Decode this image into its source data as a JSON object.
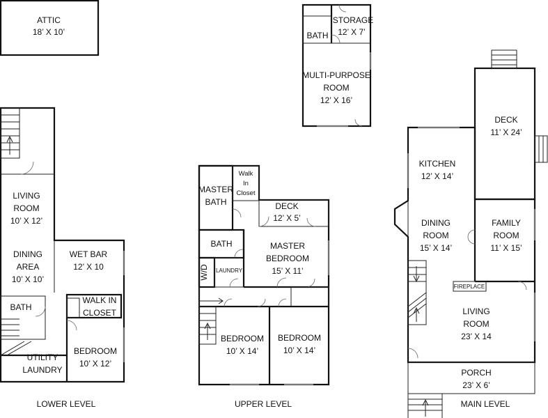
{
  "levels": {
    "lower": "LOWER LEVEL",
    "upper": "UPPER LEVEL",
    "main": "MAIN LEVEL"
  },
  "rooms": {
    "attic": {
      "name": "ATTIC",
      "size": "18’ X 10’"
    },
    "lower_living": {
      "name1": "LIVING",
      "name2": "ROOM",
      "size": "10’ X 12’"
    },
    "lower_dining": {
      "name1": "DINING",
      "name2": "AREA",
      "size": "10’ X 10’"
    },
    "wet_bar": {
      "name": "WET BAR",
      "size": "12’ X 10"
    },
    "lower_bath": {
      "name": "BATH"
    },
    "lower_closet": {
      "name1": "WALK IN",
      "name2": "CLOSET"
    },
    "utility": {
      "name1": "UTILITY",
      "name2": "LAUNDRY"
    },
    "lower_bedroom": {
      "name": "BEDROOM",
      "size": "10’ X 12’"
    },
    "storage": {
      "name": "STORAGE",
      "size": "12’ X 7’"
    },
    "upper_top_bath": {
      "name": "BATH"
    },
    "multi_purpose": {
      "name1": "MULTI-PURPOSE",
      "name2": "ROOM",
      "size": "12’ X 16’"
    },
    "master_bath": {
      "name1": "MASTER",
      "name2": "BATH"
    },
    "upper_closet": {
      "name1": "Walk",
      "name2": "In",
      "name3": "Closet"
    },
    "upper_deck": {
      "name": "DECK",
      "size": "12’ X 5’"
    },
    "upper_bath": {
      "name": "BATH"
    },
    "master_bedroom": {
      "name1": "MASTER",
      "name2": "BEDROOM",
      "size": "15’ X 11’"
    },
    "wd": {
      "name": "W/D"
    },
    "upper_laundry": {
      "name": "LAUNDRY"
    },
    "bedroom_a": {
      "name": "BEDROOM",
      "size": "10’ X 14’"
    },
    "bedroom_b": {
      "name": "BEDROOM",
      "size": "10’ X 14’"
    },
    "kitchen": {
      "name": "KITCHEN",
      "size": "12’ X 14’"
    },
    "main_deck": {
      "name": "DECK",
      "size": "11’ X 24’"
    },
    "main_dining": {
      "name1": "DINING",
      "name2": "ROOM",
      "size": "15’ X 14’"
    },
    "family": {
      "name1": "FAMILY",
      "name2": "ROOM",
      "size": "11’ X 15’"
    },
    "fireplace": {
      "name": "FIREPLACE"
    },
    "main_living": {
      "name1": "LIVING",
      "name2": "ROOM",
      "size": "23’ X 14"
    },
    "porch": {
      "name": "PORCH",
      "size": "23’ X 6’"
    }
  }
}
